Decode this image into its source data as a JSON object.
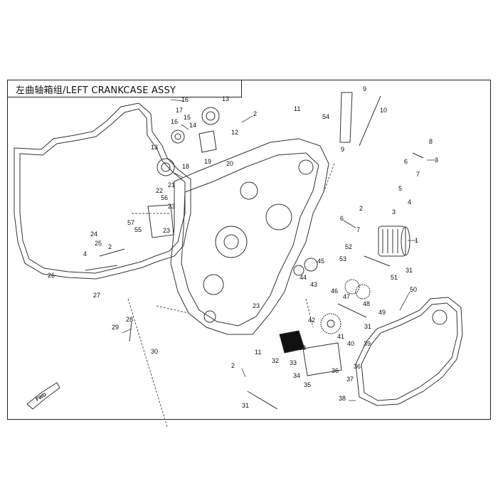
{
  "header": {
    "title": "左曲轴箱组/LEFT CRANKCASE ASSY"
  },
  "fwd_label": "FWD",
  "callouts": [
    {
      "id": "c1",
      "text": "1"
    },
    {
      "id": "c2a",
      "text": "2"
    },
    {
      "id": "c2b",
      "text": "2"
    },
    {
      "id": "c2c",
      "text": "2"
    },
    {
      "id": "c2d",
      "text": "2"
    },
    {
      "id": "c3a",
      "text": "3"
    },
    {
      "id": "c3b",
      "text": "3"
    },
    {
      "id": "c4a",
      "text": "4"
    },
    {
      "id": "c4b",
      "text": "4"
    },
    {
      "id": "c5",
      "text": "5"
    },
    {
      "id": "c6a",
      "text": "6"
    },
    {
      "id": "c6b",
      "text": "6"
    },
    {
      "id": "c7a",
      "text": "7"
    },
    {
      "id": "c7b",
      "text": "7"
    },
    {
      "id": "c8",
      "text": "8"
    },
    {
      "id": "c9a",
      "text": "9"
    },
    {
      "id": "c9b",
      "text": "9"
    },
    {
      "id": "c10",
      "text": "10"
    },
    {
      "id": "c11a",
      "text": "11"
    },
    {
      "id": "c11b",
      "text": "11"
    },
    {
      "id": "c12",
      "text": "12"
    },
    {
      "id": "c13a",
      "text": "13"
    },
    {
      "id": "c13b",
      "text": "13"
    },
    {
      "id": "c14",
      "text": "14"
    },
    {
      "id": "c15",
      "text": "15"
    },
    {
      "id": "c16a",
      "text": "16"
    },
    {
      "id": "c16b",
      "text": "16"
    },
    {
      "id": "c17",
      "text": "17"
    },
    {
      "id": "c18",
      "text": "18"
    },
    {
      "id": "c19",
      "text": "19"
    },
    {
      "id": "c20",
      "text": "20"
    },
    {
      "id": "c21",
      "text": "21"
    },
    {
      "id": "c22",
      "text": "22"
    },
    {
      "id": "c23a",
      "text": "23"
    },
    {
      "id": "c23b",
      "text": "23"
    },
    {
      "id": "c23c",
      "text": "23"
    },
    {
      "id": "c24",
      "text": "24"
    },
    {
      "id": "c25",
      "text": "25"
    },
    {
      "id": "c26",
      "text": "26"
    },
    {
      "id": "c27",
      "text": "27"
    },
    {
      "id": "c28",
      "text": "28"
    },
    {
      "id": "c29",
      "text": "29"
    },
    {
      "id": "c30",
      "text": "30"
    },
    {
      "id": "c31a",
      "text": "31"
    },
    {
      "id": "c31b",
      "text": "31"
    },
    {
      "id": "c31c",
      "text": "31"
    },
    {
      "id": "c32",
      "text": "32"
    },
    {
      "id": "c33a",
      "text": "33"
    },
    {
      "id": "c33b",
      "text": "33"
    },
    {
      "id": "c34",
      "text": "34"
    },
    {
      "id": "c35",
      "text": "35"
    },
    {
      "id": "c36a",
      "text": "36"
    },
    {
      "id": "c36b",
      "text": "36"
    },
    {
      "id": "c37",
      "text": "37"
    },
    {
      "id": "c38",
      "text": "38"
    },
    {
      "id": "c39",
      "text": "39"
    },
    {
      "id": "c40",
      "text": "40"
    },
    {
      "id": "c41",
      "text": "41"
    },
    {
      "id": "c42",
      "text": "42"
    },
    {
      "id": "c43",
      "text": "43"
    },
    {
      "id": "c44",
      "text": "44"
    },
    {
      "id": "c45",
      "text": "45"
    },
    {
      "id": "c46",
      "text": "46"
    },
    {
      "id": "c47",
      "text": "47"
    },
    {
      "id": "c48",
      "text": "48"
    },
    {
      "id": "c49",
      "text": "49"
    },
    {
      "id": "c50",
      "text": "50"
    },
    {
      "id": "c51",
      "text": "51"
    },
    {
      "id": "c52",
      "text": "52"
    },
    {
      "id": "c53",
      "text": "53"
    },
    {
      "id": "c54",
      "text": "54"
    },
    {
      "id": "c55",
      "text": "55"
    },
    {
      "id": "c56",
      "text": "56"
    },
    {
      "id": "c57",
      "text": "57"
    }
  ]
}
